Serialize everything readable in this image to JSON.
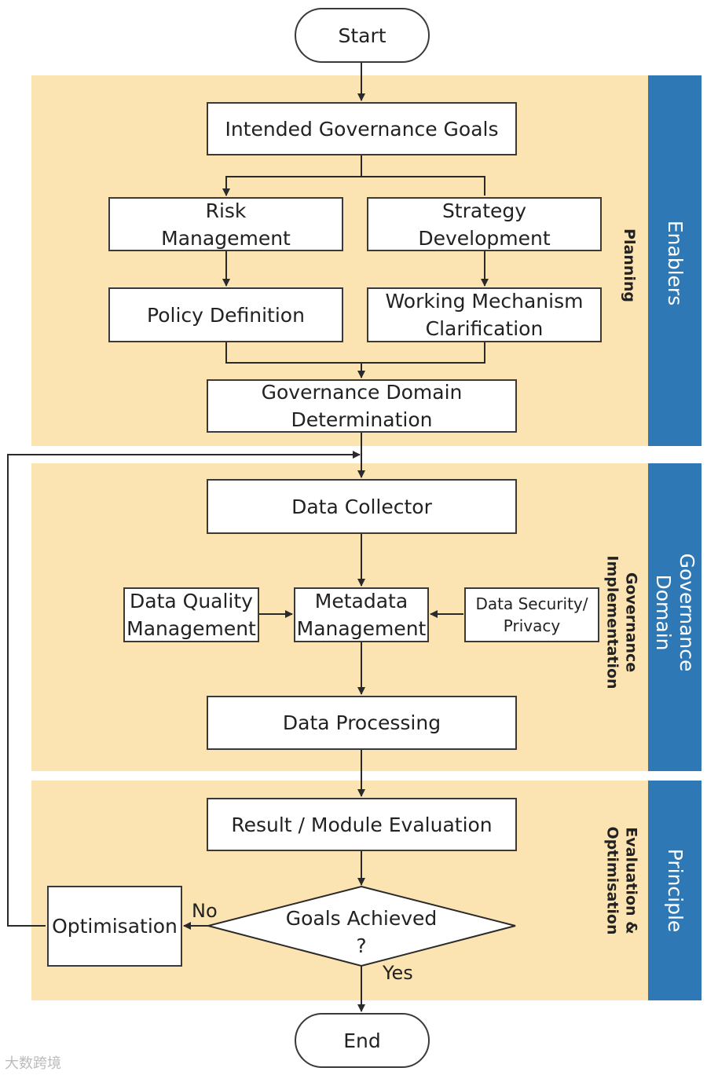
{
  "sections": {
    "enablers": {
      "main": "Enablers",
      "sub": "Planning"
    },
    "governance_domain": {
      "main": "Governance\nDomain",
      "sub": "Governance\nImplementation"
    },
    "principle": {
      "main": "Principle",
      "sub": "Evaluation &\nOptimisation"
    }
  },
  "nodes": {
    "start": "Start",
    "intended_goals": "Intended Governance Goals",
    "risk_management": "Risk\nManagement",
    "strategy_development": "Strategy\nDevelopment",
    "policy_definition": "Policy Definition",
    "working_mechanism": "Working Mechanism\nClarification",
    "domain_determination": "Governance Domain\nDetermination",
    "data_collector": "Data Collector",
    "data_quality": "Data Quality\nManagement",
    "metadata_management": "Metadata\nManagement",
    "data_security": "Data Security/\nPrivacy",
    "data_processing": "Data Processing",
    "result_evaluation": "Result / Module Evaluation",
    "goals_achieved": "Goals Achieved\n?",
    "optimisation": "Optimisation",
    "end": "End"
  },
  "edges": {
    "no": "No",
    "yes": "Yes"
  },
  "watermark": "大数跨境",
  "colors": {
    "band": "#fbe3b2",
    "sidebar": "#2e78b6",
    "line": "#2a2a2a"
  }
}
